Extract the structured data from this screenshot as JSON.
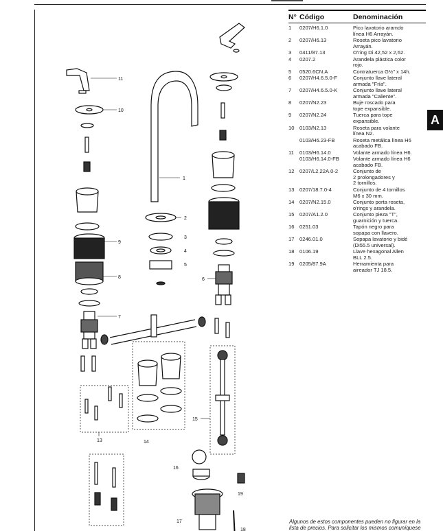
{
  "table": {
    "headers": [
      "N°",
      "Código",
      "Denominación"
    ],
    "rows": [
      {
        "n": "1",
        "code": "0207/H6.1.0",
        "desc": "Pico lavatorio aramdo\nlínea H6 Arrayán."
      },
      {
        "n": "2",
        "code": "0207/H6.13",
        "desc": "Roseta pico lavatorio\nArrayán."
      },
      {
        "n": "3",
        "code": "0411/87.13",
        "desc": "O'ring Di 42,52 x 2,62."
      },
      {
        "n": "4",
        "code": "0207.2",
        "desc": "Arandela plástica color\nrojo."
      },
      {
        "n": "5",
        "code": "0520.6CN.A",
        "desc": "Contratuerca G½\" x 14h."
      },
      {
        "n": "6",
        "code": "0207/H4.6.5.0-F",
        "desc": "Conjunto llave lateral\narmada \"Fría\"."
      },
      {
        "n": "7",
        "code": "0207/H4.6.5.0-K",
        "desc": "Conjunto llave lateral\narmada \"Caliente\"."
      },
      {
        "n": "8",
        "code": "0207/N2.23",
        "desc": "Buje roscado para\ntope expansible."
      },
      {
        "n": "9",
        "code": "0207/N2.24",
        "desc": "Tuerca para tope\nexpansible."
      },
      {
        "n": "10",
        "code": "0103/N2.13",
        "desc": "Roseta para volante\nlínea N2."
      },
      {
        "n": "",
        "code": "0103/H6.23-FB",
        "desc": "Roseta metálica línea H6\nacabado FB."
      },
      {
        "n": "11",
        "code": "0103/H6.14.0",
        "desc": "Volante armado línea H6."
      },
      {
        "n": "",
        "code": "0103/H6.14.0-FB",
        "desc": "Volante armado línea H6\nacabado FB."
      },
      {
        "n": "12",
        "code": "0207/L2.22A.0-2",
        "desc": "Conjunto de\n2 prolongadores y\n2 tornillos."
      },
      {
        "n": "13",
        "code": "0207/18.7.0-4",
        "desc": "Conjunto de 4 tornillos\nM6 x 30 mm."
      },
      {
        "n": "14",
        "code": "0207/N2.15.0",
        "desc": "Conjunto porta roseta,\no'rings y arandela."
      },
      {
        "n": "15",
        "code": "0207/A1.2.0",
        "desc": "Conjunto pieza \"T\",\nguarnición y tuerca."
      },
      {
        "n": "16",
        "code": "0251.03",
        "desc": "Tapón negro para\nsopapa con llavero."
      },
      {
        "n": "17",
        "code": "0246.01.0",
        "desc": "Sopapa lavatorio y bidé\n(Di55.5 universal)."
      },
      {
        "n": "18",
        "code": "0106.19",
        "desc": "Llave hexagonal Allen\nBLL 2.5."
      },
      {
        "n": "19",
        "code": "0205/87.9A",
        "desc": "Herramienta para\naireador TJ 18.5."
      }
    ]
  },
  "note": "Algunos de estos componentes pueden no figurar en la lista de precios. Para solicitar los mismos comuníquese",
  "tab_letter": "A",
  "callouts": [
    "1",
    "2",
    "3",
    "4",
    "5",
    "6",
    "7",
    "8",
    "9",
    "10",
    "11",
    "13",
    "14",
    "15",
    "16",
    "17",
    "18",
    "19"
  ],
  "colors": {
    "ink": "#111111",
    "paper": "#ffffff",
    "rule": "#222222"
  }
}
